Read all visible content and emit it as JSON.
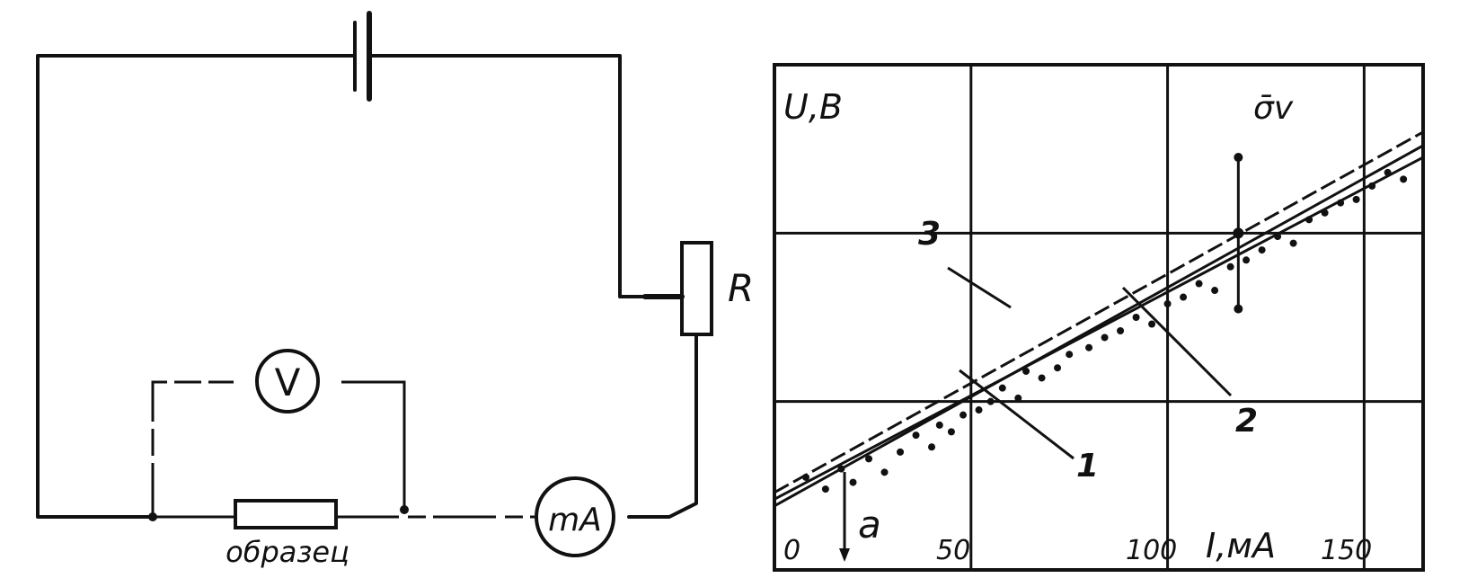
{
  "circuit": {
    "resistor_label": "R",
    "voltmeter_label": "V",
    "ammeter_label": "mA",
    "sample_label": "образец"
  },
  "chart_data": {
    "type": "line",
    "xlabel": "I,мА",
    "ylabel": "U,B",
    "x_ticks": [
      "0",
      "50",
      "100",
      "150"
    ],
    "xlim": [
      0,
      165
    ],
    "ylim": [
      0,
      3
    ],
    "grid": true,
    "annotations": {
      "intercept": "a",
      "error_bar": "σ̄v",
      "line_1": "1",
      "line_2": "2",
      "line_3": "3"
    },
    "series": [
      {
        "values": [
          [
            0,
            0.38
          ],
          [
            165,
            2.52
          ]
        ]
      },
      {
        "values": [
          [
            0,
            0.42
          ],
          [
            165,
            2.45
          ]
        ]
      },
      {
        "values": [
          [
            0,
            0.46
          ],
          [
            165,
            2.6
          ]
        ]
      }
    ],
    "points": [
      [
        8,
        0.55
      ],
      [
        13,
        0.48
      ],
      [
        17,
        0.6
      ],
      [
        20,
        0.52
      ],
      [
        24,
        0.66
      ],
      [
        28,
        0.58
      ],
      [
        32,
        0.7
      ],
      [
        36,
        0.8
      ],
      [
        40,
        0.73
      ],
      [
        42,
        0.86
      ],
      [
        45,
        0.82
      ],
      [
        48,
        0.92
      ],
      [
        52,
        0.95
      ],
      [
        55,
        1.0
      ],
      [
        58,
        1.08
      ],
      [
        62,
        1.02
      ],
      [
        64,
        1.18
      ],
      [
        68,
        1.14
      ],
      [
        72,
        1.2
      ],
      [
        75,
        1.28
      ],
      [
        80,
        1.32
      ],
      [
        84,
        1.38
      ],
      [
        88,
        1.42
      ],
      [
        92,
        1.5
      ],
      [
        96,
        1.46
      ],
      [
        100,
        1.58
      ],
      [
        104,
        1.62
      ],
      [
        108,
        1.7
      ],
      [
        112,
        1.66
      ],
      [
        116,
        1.8
      ],
      [
        120,
        1.84
      ],
      [
        124,
        1.9
      ],
      [
        128,
        1.98
      ],
      [
        132,
        1.94
      ],
      [
        136,
        2.08
      ],
      [
        140,
        2.12
      ],
      [
        144,
        2.18
      ],
      [
        148,
        2.2
      ],
      [
        152,
        2.28
      ],
      [
        156,
        2.36
      ],
      [
        160,
        2.32
      ]
    ],
    "error_bar_point": {
      "x": 118,
      "y": 2.0,
      "low": 1.55,
      "high": 2.45
    }
  }
}
